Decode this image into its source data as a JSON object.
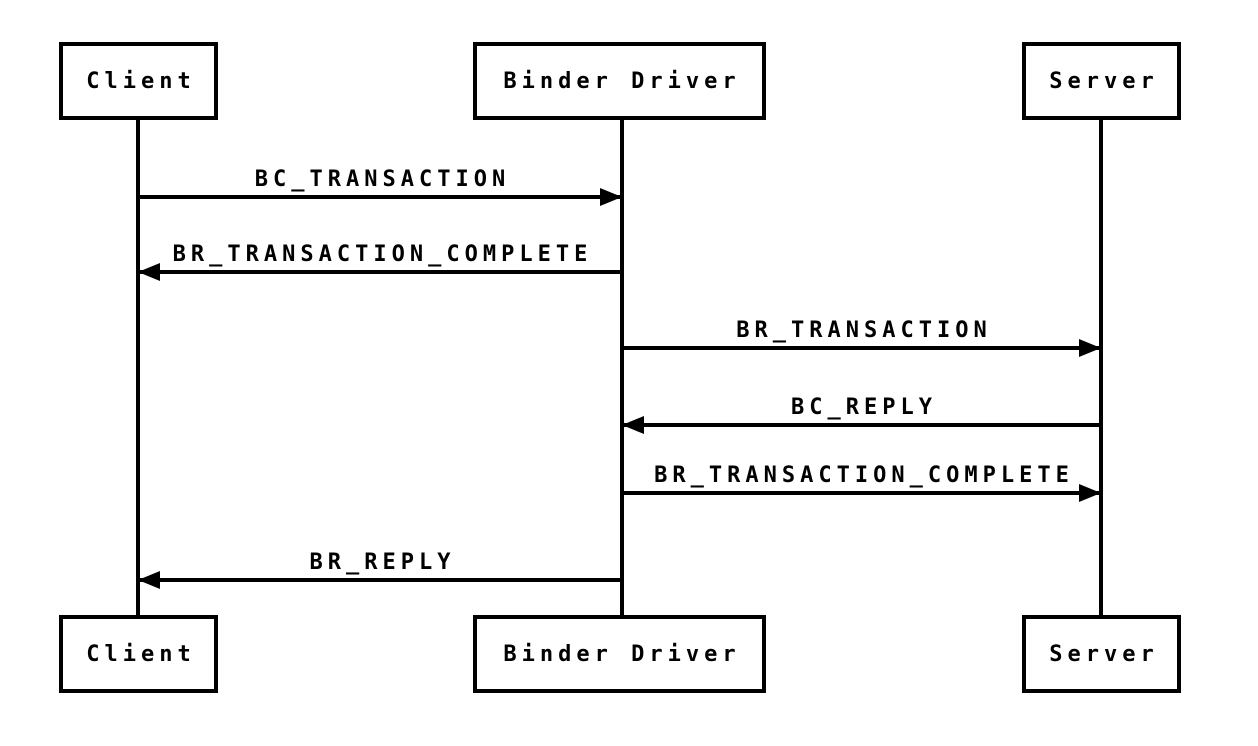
{
  "diagram": {
    "kind": "sequence-diagram",
    "colors": {
      "stroke": "#000000",
      "background": "#ffffff"
    },
    "actors": [
      {
        "id": "client",
        "label": "Client"
      },
      {
        "id": "binder-driver",
        "label": "Binder Driver"
      },
      {
        "id": "server",
        "label": "Server"
      }
    ],
    "messages": [
      {
        "label": "BC_TRANSACTION",
        "from": "client",
        "to": "binder-driver",
        "direction": "right"
      },
      {
        "label": "BR_TRANSACTION_COMPLETE",
        "from": "binder-driver",
        "to": "client",
        "direction": "left"
      },
      {
        "label": "BR_TRANSACTION",
        "from": "binder-driver",
        "to": "server",
        "direction": "right"
      },
      {
        "label": "BC_REPLY",
        "from": "server",
        "to": "binder-driver",
        "direction": "left"
      },
      {
        "label": "BR_TRANSACTION_COMPLETE",
        "from": "binder-driver",
        "to": "server",
        "direction": "right"
      },
      {
        "label": "BR_REPLY",
        "from": "binder-driver",
        "to": "client",
        "direction": "left"
      }
    ]
  }
}
